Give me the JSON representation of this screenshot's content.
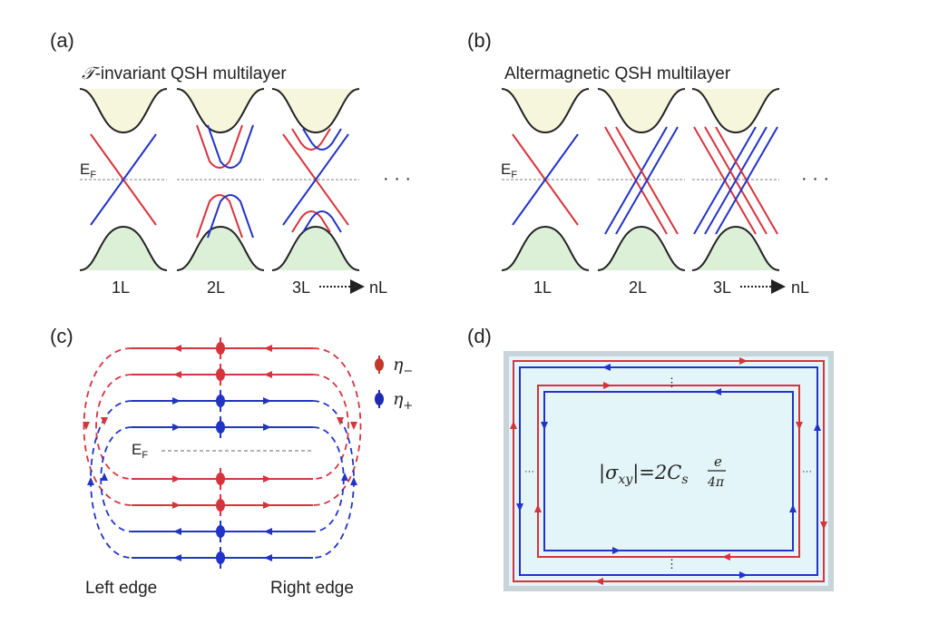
{
  "panels": {
    "a": {
      "label": "(a)",
      "title_symbol": "𝒯",
      "title_rest": "-invariant QSH multilayer"
    },
    "b": {
      "label": "(b)",
      "title": "Altermagnetic QSH multilayer"
    },
    "c": {
      "label": "(c)"
    },
    "d": {
      "label": "(d)"
    }
  },
  "band_panels": {
    "fermi_level": "E",
    "fermi_sub": "F",
    "layer_labels": [
      "1L",
      "2L",
      "3L",
      "nL"
    ],
    "ellipsis": "· · ·"
  },
  "edge_states": {
    "fermi_level": "E",
    "fermi_sub": "F",
    "legend": [
      {
        "symbol": "η",
        "sub": "−",
        "color": "#c0392b"
      },
      {
        "symbol": "η",
        "sub": "+",
        "color": "#1f2bb3"
      }
    ],
    "left_edge": "Left edge",
    "right_edge": "Right edge"
  },
  "hall": {
    "formula_lhs": "|σ",
    "formula_sub": "xy",
    "formula_mid": "|=2C",
    "formula_cs": "s",
    "frac_num": "e",
    "frac_den": "4π",
    "dots": "⋮",
    "hdots": "···"
  },
  "colors": {
    "red": "#d6343c",
    "blue": "#2233c8",
    "conduction_fill": "#f6f6dc",
    "valence_fill": "#dcf0d8",
    "hall_bg": "#e3f5f8",
    "hall_frame": "#c9d3da"
  }
}
